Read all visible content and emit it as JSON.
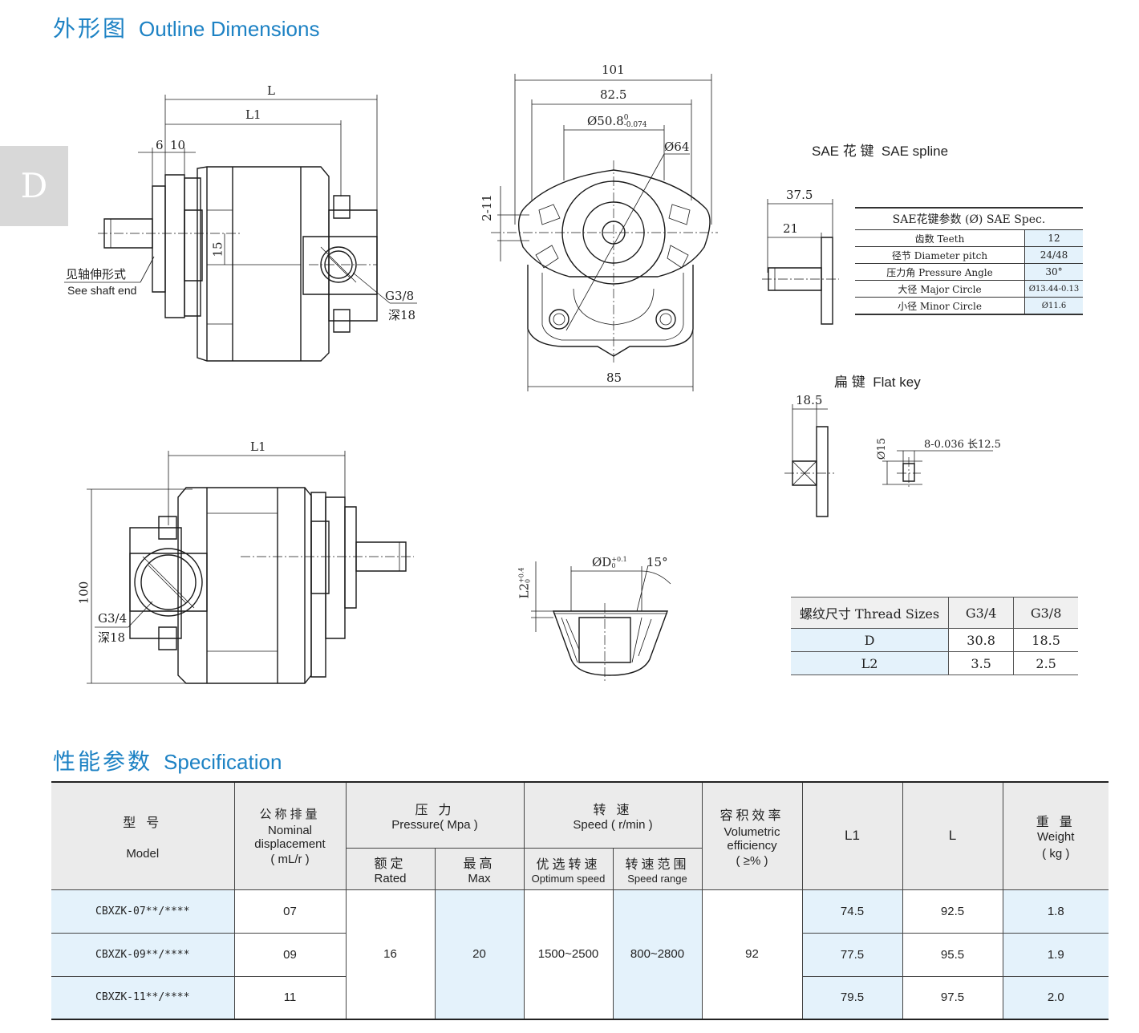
{
  "headings": {
    "outline": {
      "zh": "外形图",
      "en": "Outline Dimensions"
    },
    "spec": {
      "zh": "性能参数",
      "en": "Specification"
    }
  },
  "side_tab": "D",
  "colors": {
    "accent": "#1d82c4",
    "cell_blue": "#e4f2fb",
    "header_gray": "#ebebeb"
  },
  "drawing_side": {
    "L": "L",
    "L1": "L1",
    "d6": "6",
    "d10": "10",
    "d15": "15",
    "port": "G3/8",
    "port_depth": "深18",
    "shaft_zh": "见轴伸形式",
    "shaft_en": "See shaft end"
  },
  "drawing_front": {
    "w101": "101",
    "w82": "82.5",
    "d50": "Ø50.8",
    "d50_tol_top": "0",
    "d50_tol_bot": "-0.074",
    "d64": "Ø64",
    "h2_11": "2-11",
    "w85": "85"
  },
  "drawing_bottom": {
    "L1": "L1",
    "h100": "100",
    "port": "G3/4",
    "port_depth": "深18"
  },
  "drawing_port": {
    "od": "ØD",
    "od_tol_top": "+0.1",
    "od_tol_bot": "0",
    "angle": "15°",
    "l2": "L2",
    "l2_tol_top": "+0.4",
    "l2_tol_bot": "0"
  },
  "sae": {
    "title_zh": "SAE 花 键",
    "title_en": "SAE spline",
    "dim_375": "37.5",
    "dim_21": "21",
    "table_header": "SAE花键参数 (Ø) SAE Spec.",
    "rows": [
      {
        "label": "齿数 Teeth",
        "value": "12"
      },
      {
        "label": "径节 Diameter pitch",
        "value": "24/48"
      },
      {
        "label": "压力角 Pressure Angle",
        "value": "30°"
      },
      {
        "label": "大径 Major Circle",
        "value": "Ø13.44-0.13"
      },
      {
        "label": "小径 Minor Circle",
        "value": "Ø11.6"
      }
    ]
  },
  "flat_key": {
    "title_zh": "扁 键",
    "title_en": "Flat key",
    "dim_185": "18.5",
    "dim_15": "Ø15",
    "key_spec": "8-0.036 长12.5"
  },
  "thread_table": {
    "header": [
      "螺纹尺寸 Thread Sizes",
      "G3/4",
      "G3/8"
    ],
    "rows": [
      [
        "D",
        "30.8",
        "18.5"
      ],
      [
        "L2",
        "3.5",
        "2.5"
      ]
    ]
  },
  "spec_table": {
    "model_zh": "型  号",
    "model_en": "Model",
    "disp_zh": "公称排量",
    "disp_en": "Nominal displacement",
    "disp_unit": "( mL/r )",
    "pressure_zh": "压 力",
    "pressure_en": "Pressure( Mpa )",
    "rated_zh": "额定",
    "rated_en": "Rated",
    "max_zh": "最高",
    "max_en": "Max",
    "speed_zh": "转  速",
    "speed_en": "Speed  ( r/min )",
    "opt_zh": "优选转速",
    "opt_en": "Optimum speed",
    "range_zh": "转速范围",
    "range_en": "Speed range",
    "eff_zh": "容积效率",
    "eff_en": "Volumetric efficiency",
    "eff_unit": "( ≥% )",
    "L1": "L1",
    "L": "L",
    "weight_zh": "重 量",
    "weight_en": "Weight",
    "weight_unit": "( kg )",
    "shared": {
      "rated": "16",
      "max": "20",
      "optimum": "1500~2500",
      "range": "800~2800",
      "efficiency": "92"
    },
    "rows": [
      {
        "model": "CBXZK-07**/****",
        "disp": "07",
        "L1": "74.5",
        "L": "92.5",
        "weight": "1.8"
      },
      {
        "model": "CBXZK-09**/****",
        "disp": "09",
        "L1": "77.5",
        "L": "95.5",
        "weight": "1.9"
      },
      {
        "model": "CBXZK-11**/****",
        "disp": "11",
        "L1": "79.5",
        "L": "97.5",
        "weight": "2.0"
      }
    ]
  }
}
